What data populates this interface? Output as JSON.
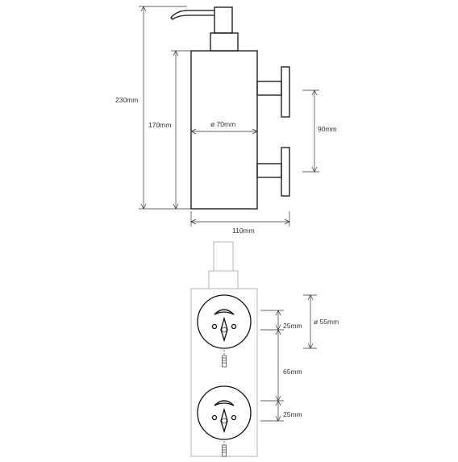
{
  "side_view": {
    "dim_total_height": "230mm",
    "dim_body_height": "170mm",
    "dim_diameter": "ø 70mm",
    "dim_bracket_spacing": "90mm",
    "dim_depth": "110mm"
  },
  "back_view": {
    "dim_rosette_diameter": "ø 55mm",
    "dim_upper_offset": "25mm",
    "dim_between": "65mm",
    "dim_lower_offset": "25mm"
  }
}
